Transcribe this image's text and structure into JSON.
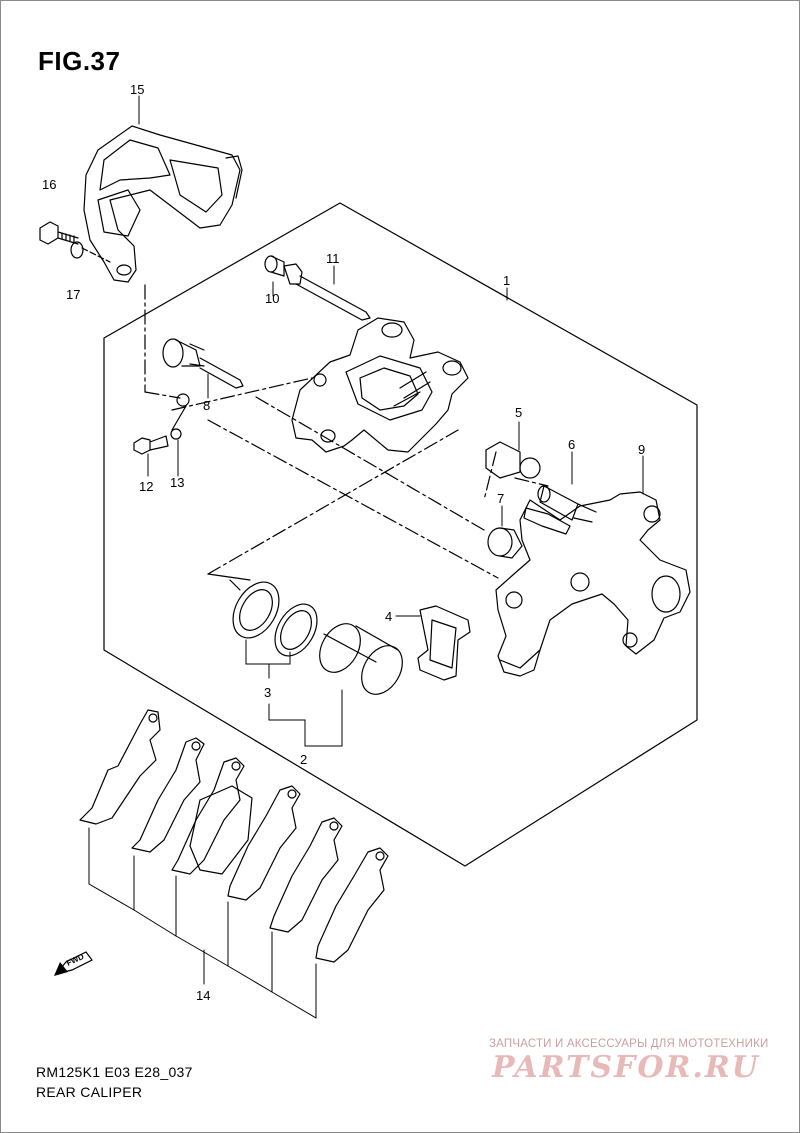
{
  "figure": {
    "title": "FIG.37"
  },
  "callouts": [
    {
      "id": "callout-1",
      "label": "1"
    },
    {
      "id": "callout-2",
      "label": "2"
    },
    {
      "id": "callout-3",
      "label": "3"
    },
    {
      "id": "callout-4",
      "label": "4"
    },
    {
      "id": "callout-5",
      "label": "5"
    },
    {
      "id": "callout-6",
      "label": "6"
    },
    {
      "id": "callout-7",
      "label": "7"
    },
    {
      "id": "callout-8",
      "label": "8"
    },
    {
      "id": "callout-9",
      "label": "9"
    },
    {
      "id": "callout-10",
      "label": "10"
    },
    {
      "id": "callout-11",
      "label": "11"
    },
    {
      "id": "callout-12",
      "label": "12"
    },
    {
      "id": "callout-13",
      "label": "13"
    },
    {
      "id": "callout-14",
      "label": "14"
    },
    {
      "id": "callout-15",
      "label": "15"
    },
    {
      "id": "callout-16",
      "label": "16"
    },
    {
      "id": "callout-17",
      "label": "17"
    }
  ],
  "fwd_marker": "FWD",
  "footer": {
    "code": "RM125K1 E03 E28_037",
    "name": "REAR CALIPER"
  },
  "watermark": {
    "tagline": "ЗАПЧАСТИ И АКСЕССУАРЫ ДЛЯ МОТОТЕХНИКИ",
    "logo": "PARTSFOR.RU"
  }
}
